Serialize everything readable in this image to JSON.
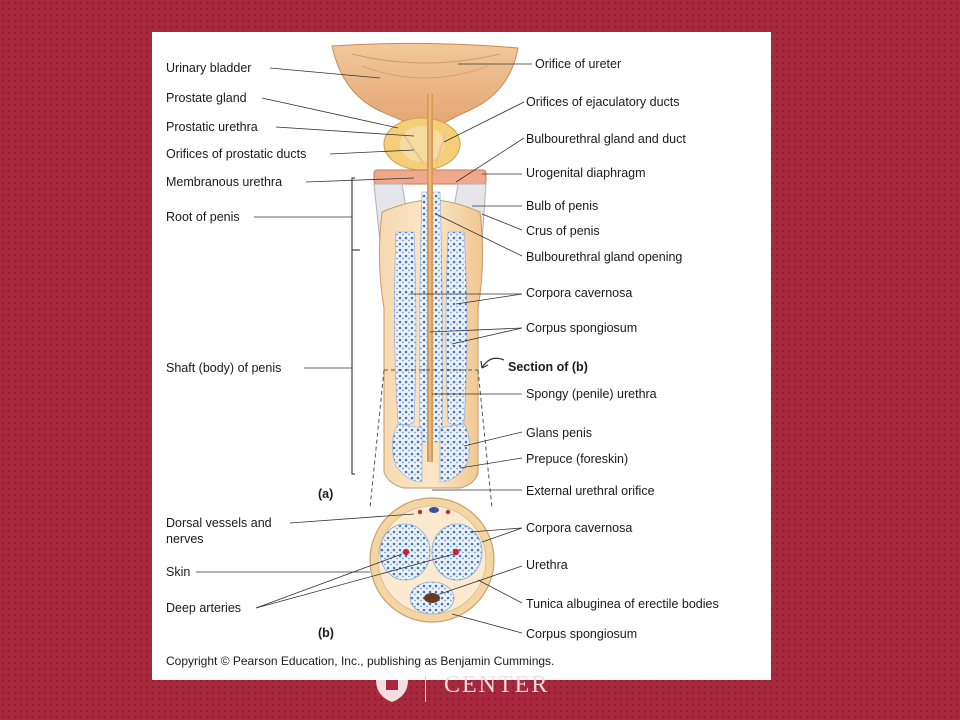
{
  "diagram": {
    "left_labels": {
      "urinary_bladder": "Urinary bladder",
      "prostate_gland": "Prostate gland",
      "prostatic_urethra": "Prostatic urethra",
      "orifices_prostatic_ducts": "Orifices of prostatic ducts",
      "membranous_urethra": "Membranous urethra",
      "root_of_penis": "Root of penis",
      "shaft_of_penis": "Shaft (body) of penis",
      "dorsal_vessels_line1": "Dorsal vessels and",
      "dorsal_vessels_line2": "nerves",
      "skin": "Skin",
      "deep_arteries": "Deep arteries"
    },
    "right_labels": {
      "orifice_ureter": "Orifice of ureter",
      "orifices_ejaculatory": "Orifices of ejaculatory ducts",
      "bulbourethral_gland_duct": "Bulbourethral gland and duct",
      "urogenital_diaphragm": "Urogenital diaphragm",
      "bulb_of_penis": "Bulb of penis",
      "crus_of_penis": "Crus of penis",
      "bulbourethral_opening": "Bulbourethral gland opening",
      "corpora_cavernosa_a": "Corpora cavernosa",
      "corpus_spongiosum_a": "Corpus spongiosum",
      "section_of_b": "Section of (b)",
      "spongy_urethra": "Spongy (penile) urethra",
      "glans_penis": "Glans penis",
      "prepuce": "Prepuce (foreskin)",
      "external_urethral_orifice": "External urethral orifice",
      "corpora_cavernosa_b": "Corpora cavernosa",
      "urethra": "Urethra",
      "tunica_albuginea": "Tunica albuginea of erectile bodies",
      "corpus_spongiosum_b": "Corpus spongiosum"
    },
    "panel_a": "(a)",
    "panel_b": "(b)",
    "copyright": "Copyright © Pearson Education, Inc., publishing as Benjamin Cummings."
  },
  "footer": {
    "word": "CENTER"
  },
  "colors": {
    "background": "#a8283c",
    "tissue": "#f4d4a8",
    "bladder": "#e8b888",
    "erectile": "#3f78c2",
    "artery": "#c0283a"
  }
}
